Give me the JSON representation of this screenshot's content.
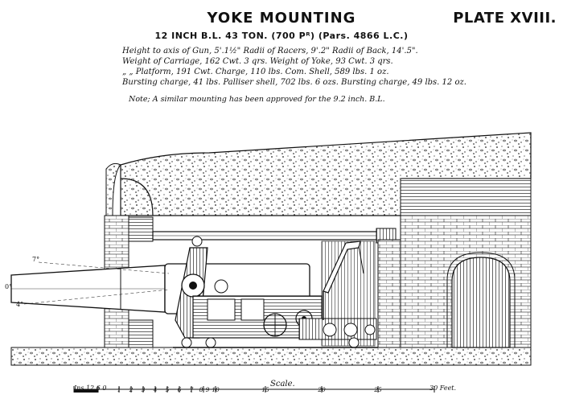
{
  "header": {
    "title": "YOKE MOUNTING",
    "plate": "PLATE XVIII.",
    "subtitle": "12 INCH B.L. 43 TON. (700 Pᴿ) (Pars. 4866 L.C.)"
  },
  "specs": [
    "Height to axis of Gun, 5'.1½\"  Radii of Racers, 9'.2\"  Radii of Back, 14'.5\".",
    "Weight of Carriage, 162 Cwt. 3 qrs.  Weight of Yoke, 93 Cwt. 3 qrs.",
    "„  „  Platform, 191 Cwt.  Charge, 110 lbs.  Com. Shell, 589 lbs. 1 oz.",
    "Bursting charge, 41 lbs. Palliser shell, 702 lbs. 6 ozs. Bursting charge, 49 lbs. 12 oz."
  ],
  "note": "Note; A similar mounting has been approved for the 9.2 inch. B.L.",
  "angle_labels": [
    "7°",
    "0°",
    "4°"
  ],
  "scale": {
    "title": "Scale.",
    "start_label": "Ins.12 6 0",
    "end_label": "30 Feet.",
    "ticks": [
      "1",
      "2",
      "3",
      "4",
      "5",
      "6",
      "7",
      "8",
      "9",
      "10",
      "15",
      "20",
      "25"
    ]
  },
  "colors": {
    "ink": "#111111",
    "paper": "#ffffff"
  }
}
